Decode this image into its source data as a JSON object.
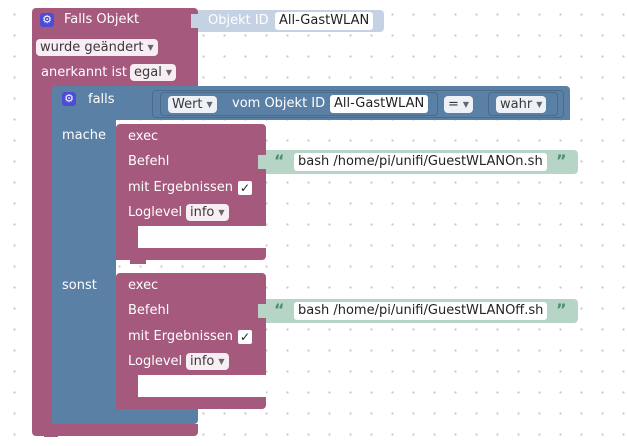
{
  "trigger": {
    "title": "Falls Objekt",
    "object_label": "Objekt ID",
    "object_id": "All-GastWLAN",
    "event": "wurde geändert",
    "ack_label": "anerkannt ist",
    "ack_value": "egal"
  },
  "if_block": {
    "title": "falls",
    "value_dd": "Wert",
    "from_object_label": "vom Objekt ID",
    "object_id": "All-GastWLAN",
    "operator": "=",
    "bool_value": "wahr",
    "do_label": "mache",
    "else_label": "sonst"
  },
  "exec_on": {
    "title": "exec",
    "command_label": "Befehl",
    "command": "bash /home/pi/unifi/GuestWLANOn.sh",
    "results_label": "mit Ergebnissen",
    "results_checked": "✓",
    "loglevel_label": "Loglevel",
    "loglevel": "info"
  },
  "exec_off": {
    "title": "exec",
    "command_label": "Befehl",
    "command": "bash /home/pi/unifi/GuestWLANOff.sh",
    "results_label": "mit Ergebnissen",
    "results_checked": "✓",
    "loglevel_label": "Loglevel",
    "loglevel": "info"
  },
  "icons": {
    "gear": "gear-icon",
    "dropdown_arrow": "chevron-down-icon",
    "quote_open": "“",
    "quote_close": "”"
  },
  "colors": {
    "trigger_block": "#a5597c",
    "logic_block": "#5b80a5",
    "text_block": "#b7d5c7",
    "object_block": "#c4d2e3"
  }
}
